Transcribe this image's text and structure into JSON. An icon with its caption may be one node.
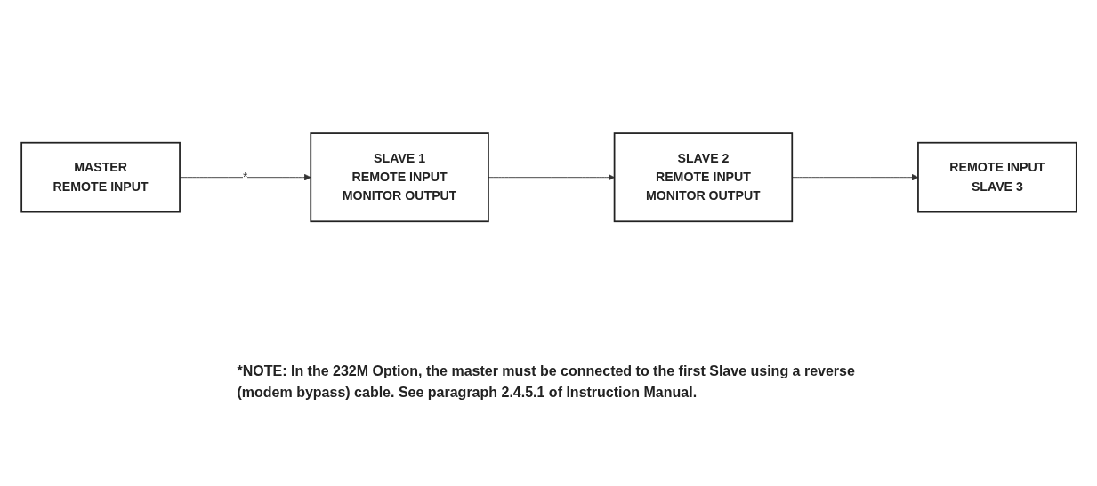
{
  "diagram": {
    "nodes": [
      {
        "text": [
          "MASTER",
          "REMOTE INPUT"
        ]
      },
      {
        "text": [
          "SLAVE 1",
          "REMOTE INPUT",
          "MONITOR OUTPUT"
        ]
      },
      {
        "text": [
          "SLAVE 2",
          "REMOTE INPUT",
          "MONITOR OUTPUT"
        ]
      },
      {
        "text": [
          "REMOTE INPUT",
          "SLAVE 3"
        ]
      }
    ],
    "edges": [
      {
        "from": 0,
        "to": 1,
        "arrow": "to",
        "label": "*"
      },
      {
        "from": 1,
        "to": 2,
        "arrow": "to"
      },
      {
        "from": 2,
        "to": 3,
        "arrow": "to"
      }
    ],
    "labels": [
      "*NOTE: In the 232M Option, the master must be connected to the first Slave using a reverse (modem bypass) cable. See paragraph 2.4.5.1 of Instruction Manual."
    ]
  }
}
